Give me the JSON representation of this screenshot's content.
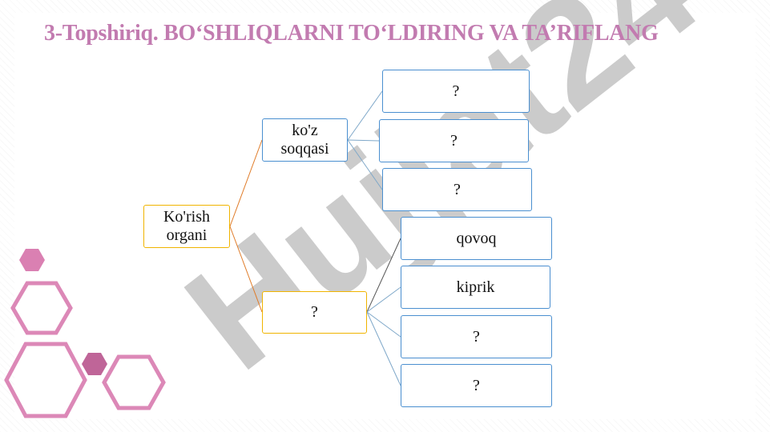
{
  "title": "3-Topshiriq. BO‘SHLIQLARNI TO‘LDIRING VA TA’RIFLANG",
  "watermark": "Hujjat24",
  "diagram": {
    "root": "Ko'rish\norgani",
    "branch_top": "ko'z\nsoqqasi",
    "branch_bottom": "?",
    "top_leaves": [
      "?",
      "?",
      "?"
    ],
    "bottom_leaves": [
      "qovoq",
      "kiprik",
      "?",
      "?"
    ]
  },
  "colors": {
    "title": "#c27bb0",
    "box_blue": "#4a8fd0",
    "box_gold": "#f0b400",
    "hexagon": "#d36aa5",
    "watermark_gray": "#c9c9c9",
    "watermark_purple": "#ddd0fa"
  }
}
